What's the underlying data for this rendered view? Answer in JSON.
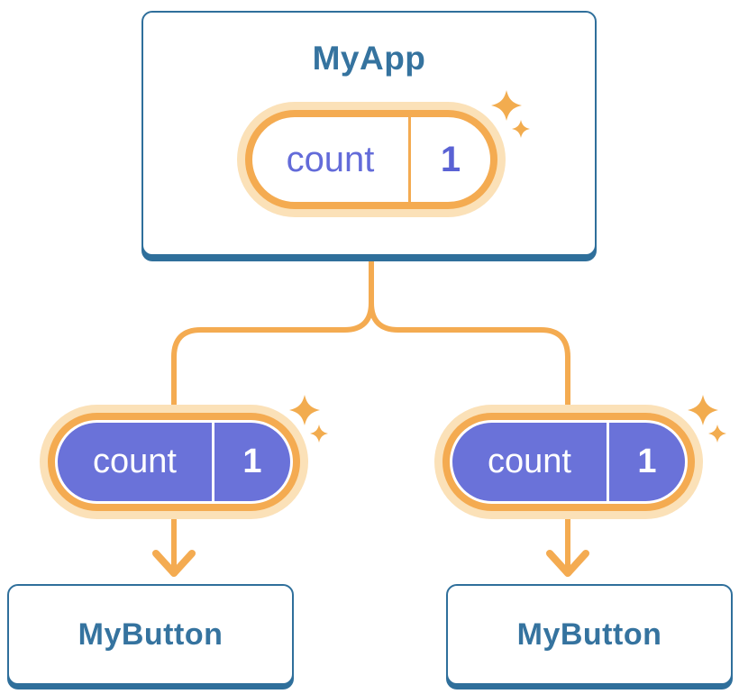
{
  "diagram": {
    "description": "Component tree diagram: parent component sharing state down to two child components",
    "root": {
      "title": "MyApp",
      "state": {
        "label": "count",
        "value": "1"
      }
    },
    "branches": [
      {
        "pill": {
          "label": "count",
          "value": "1"
        },
        "child": {
          "title": "MyButton"
        }
      },
      {
        "pill": {
          "label": "count",
          "value": "1"
        },
        "child": {
          "title": "MyButton"
        }
      }
    ]
  },
  "icons": {
    "sparkles-icon": "✦",
    "arrow-down-icon": "↓"
  },
  "colors": {
    "card_border_blue": "#2F6F9B",
    "title_text_blue": "#35739F",
    "connector_orange": "#F4AB51",
    "pill_halo": "#FBE1B8",
    "pill_purple": "#6A72D9",
    "state_label_purple": "#636BD9",
    "background": "#FFFFFF"
  }
}
